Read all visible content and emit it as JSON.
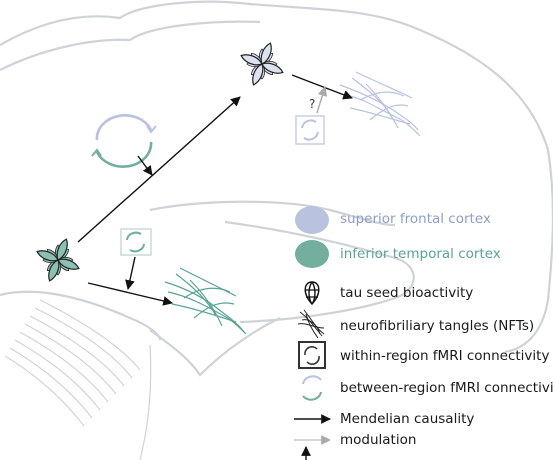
{
  "diagram": {
    "question_mark": "?"
  },
  "legend": {
    "superior_frontal": "superior frontal cortex",
    "inferior_temporal": "inferior temporal cortex",
    "tau_seed": "tau seed bioactivity",
    "nfts": "neurofibriliary tangles (NFTs)",
    "within_region": "within-region fMRI connectivity",
    "between_region": "between-region fMRI connectivity",
    "mendelian": "Mendelian causality",
    "modulation": "modulation"
  },
  "colors": {
    "superior_frontal": "#b9c3e0",
    "inferior_temporal": "#73ae9f",
    "brain_outline": "#cfd3d8",
    "arrow": "#111111",
    "modulation_arrow": "#c4c4c4"
  }
}
